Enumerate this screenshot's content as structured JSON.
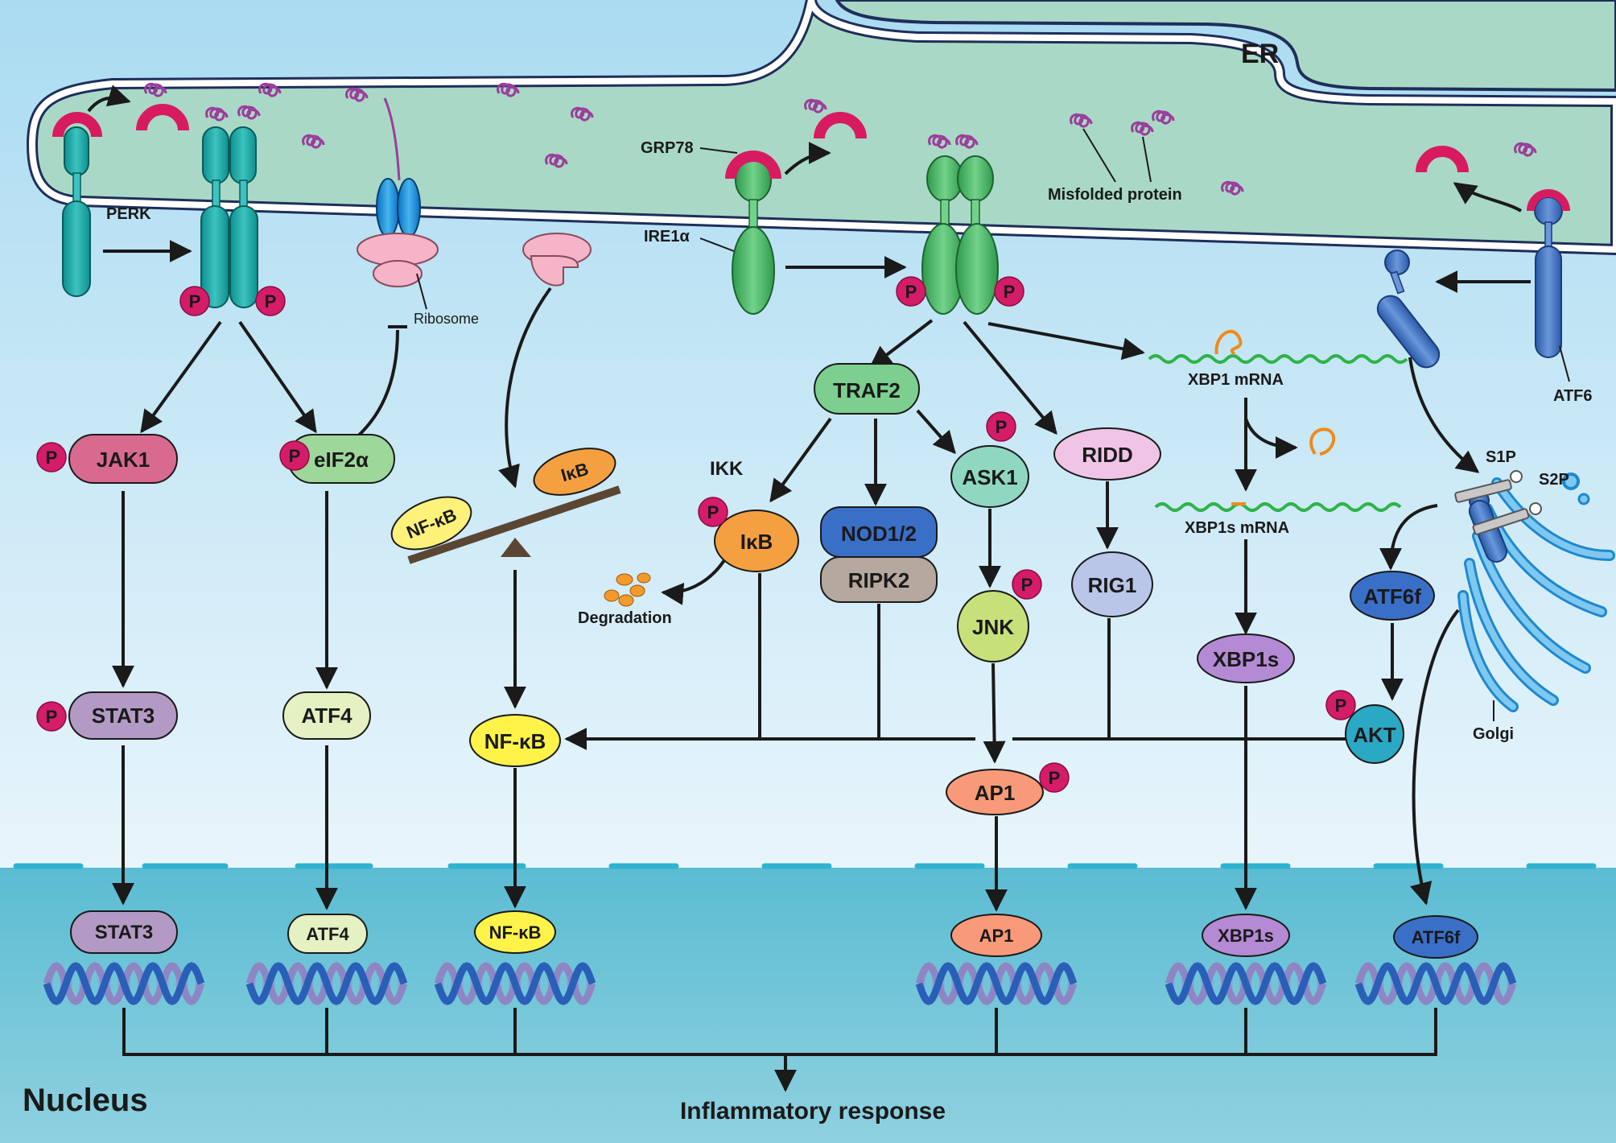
{
  "labels": {
    "er": "ER",
    "nucleus": "Nucleus",
    "output": "Inflammatory response",
    "grp78": "GRP78",
    "perk": "PERK",
    "ire1a": "IRE1α",
    "atf6": "ATF6",
    "misfolded": "Misfolded protein",
    "ribosome": "Ribosome",
    "golgi": "Golgi",
    "s1p": "S1P",
    "s2p": "S2P",
    "ikk": "IKK",
    "degradation": "Degradation",
    "xbp1_mrna": "XBP1 mRNA",
    "xbp1s_mrna": "XBP1s mRNA",
    "p": "P"
  },
  "nodes": {
    "jak1": "JAK1",
    "eif2a": "eIF2α",
    "stat3": "STAT3",
    "atf4": "ATF4",
    "nfkb": "NF-κB",
    "ikb": "IκB",
    "traf2": "TRAF2",
    "ask1": "ASK1",
    "ridd": "RIDD",
    "nod": "NOD1/2",
    "ripk2": "RIPK2",
    "jnk": "JNK",
    "rig1": "RIG1",
    "xbp1s": "XBP1s",
    "atf6f": "ATF6f",
    "akt": "AKT",
    "ap1": "AP1"
  },
  "colors": {
    "cytoplasm_top": "#b3ddf2",
    "cytoplasm_bottom": "#e6f4fb",
    "er_lumen": "#a9d9c6",
    "nucleus": "#6fc3d6",
    "phospho": "#d41c68",
    "grp78": "#d81b60",
    "misfolded": "#9b3d9b"
  }
}
